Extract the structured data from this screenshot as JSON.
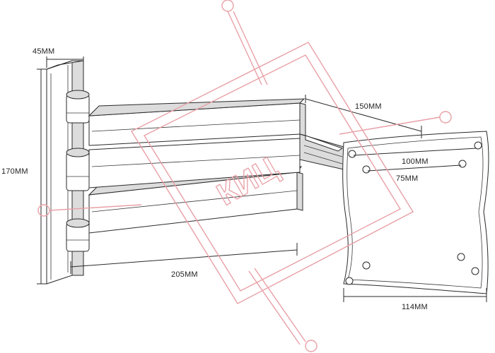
{
  "dimensions": {
    "plate_thickness": "45MM",
    "wall_height": "170MM",
    "arm_depth": "150MM",
    "hole_spacing_outer": "100MM",
    "hole_spacing_inner": "75MM",
    "arm_reach": "205MM",
    "plate_width": "114MM"
  },
  "watermark": {
    "text": "КИЦ",
    "kind": "logo",
    "color": "#e8a0a6"
  }
}
